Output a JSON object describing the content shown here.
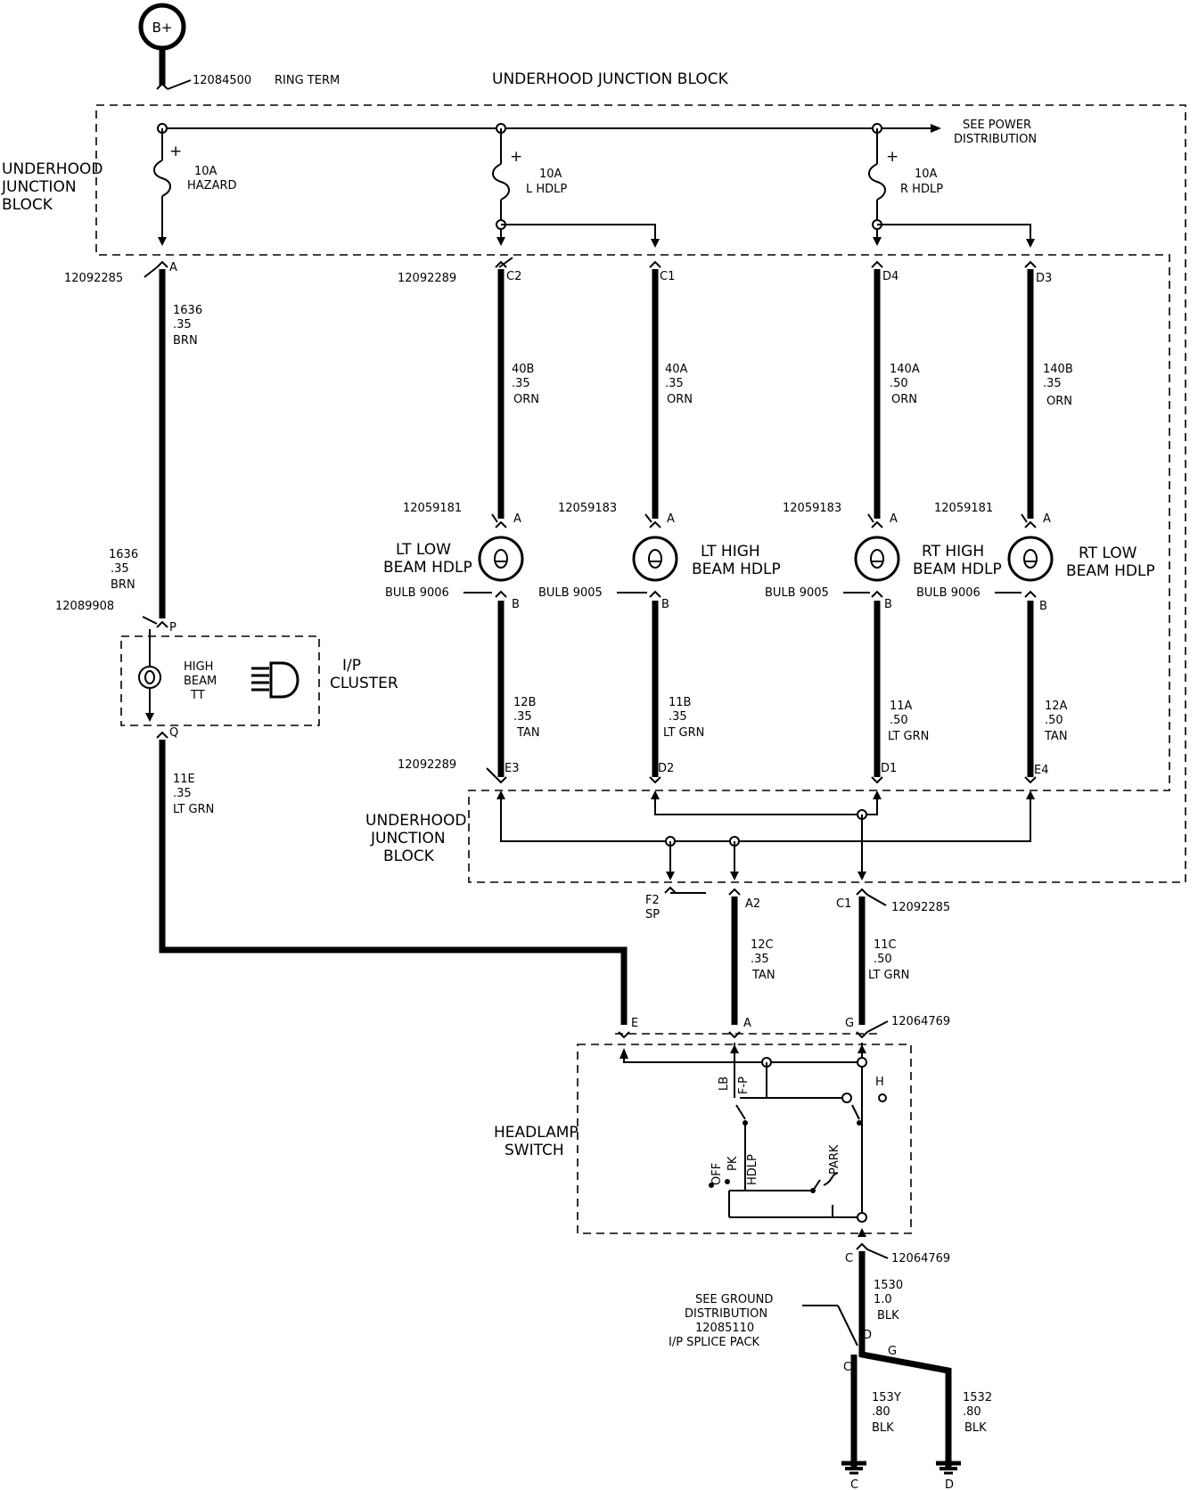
{
  "power": {
    "source": "B+",
    "part": "12084500",
    "part_desc": "RING TERM"
  },
  "blocks": {
    "top_title": "UNDERHOOD JUNCTION BLOCK",
    "left_label": [
      "UNDERHOOD",
      "JUNCTION",
      "BLOCK"
    ],
    "lower_label": [
      "UNDERHOOD",
      "JUNCTION",
      "BLOCK"
    ],
    "see_power": [
      "SEE POWER",
      "DISTRIBUTION"
    ]
  },
  "fuses": [
    {
      "rating": "10A",
      "name": "HAZARD"
    },
    {
      "rating": "10A",
      "name": "L HDLP"
    },
    {
      "rating": "10A",
      "name": "R HDLP"
    }
  ],
  "connectors": {
    "c12092285": "12092285",
    "c12092289": "12092289",
    "c12059181": "12059181",
    "c12059183": "12059183",
    "c12089908": "12089908",
    "c12064769": "12064769"
  },
  "pins": {
    "A": "A",
    "B": "B",
    "C": "C",
    "D": "D",
    "E": "E",
    "G": "G",
    "P": "P",
    "Q": "Q",
    "C1": "C1",
    "C2": "C2",
    "D1": "D1",
    "D2": "D2",
    "D3": "D3",
    "D4": "D4",
    "E3": "E3",
    "E4": "E4",
    "A2": "A2",
    "F2": "F2",
    "SP": "SP"
  },
  "wires": {
    "w1636_top": {
      "circuit": "1636",
      "gauge": ".35",
      "color": "BRN"
    },
    "w1636_bot": {
      "circuit": "1636",
      "gauge": ".35",
      "color": "BRN"
    },
    "w40b": {
      "circuit": "40B",
      "gauge": ".35",
      "color": "ORN"
    },
    "w40a": {
      "circuit": "40A",
      "gauge": ".35",
      "color": "ORN"
    },
    "w140a": {
      "circuit": "140A",
      "gauge": ".50",
      "color": "ORN"
    },
    "w140b": {
      "circuit": "140B",
      "gauge": ".35",
      "color": "ORN"
    },
    "w12b": {
      "circuit": "12B",
      "gauge": ".35",
      "color": "TAN"
    },
    "w11b": {
      "circuit": "11B",
      "gauge": ".35",
      "color": "LT GRN"
    },
    "w11a": {
      "circuit": "11A",
      "gauge": ".50",
      "color": "LT GRN"
    },
    "w12a": {
      "circuit": "12A",
      "gauge": ".50",
      "color": "TAN"
    },
    "w11e": {
      "circuit": "11E",
      "gauge": ".35",
      "color": "LT GRN"
    },
    "w12c": {
      "circuit": "12C",
      "gauge": ".35",
      "color": "TAN"
    },
    "w11c": {
      "circuit": "11C",
      "gauge": ".50",
      "color": "LT GRN"
    },
    "w1530": {
      "circuit": "1530",
      "gauge": "1.0",
      "color": "BLK"
    },
    "w153y": {
      "circuit": "153Y",
      "gauge": ".80",
      "color": "BLK"
    },
    "w1532": {
      "circuit": "1532",
      "gauge": ".80",
      "color": "BLK"
    }
  },
  "lamps": [
    {
      "name": [
        "LT LOW",
        "BEAM HDLP"
      ],
      "bulb": "BULB 9006"
    },
    {
      "name": [
        "LT HIGH",
        "BEAM HDLP"
      ],
      "bulb": "BULB 9005"
    },
    {
      "name": [
        "RT HIGH",
        "BEAM HDLP"
      ],
      "bulb": "BULB 9005"
    },
    {
      "name": [
        "RT LOW",
        "BEAM HDLP"
      ],
      "bulb": "BULB 9006"
    }
  ],
  "cluster": {
    "indicator": [
      "HIGH",
      "BEAM",
      "TT"
    ],
    "label": [
      "I/P",
      "CLUSTER"
    ]
  },
  "headlamp_switch": {
    "label": [
      "HEADLAMP",
      "SWITCH"
    ],
    "positions": [
      "OFF",
      "PK",
      "HDLP",
      "PARK"
    ],
    "dimmer": [
      "LB",
      "F-P",
      "H"
    ]
  },
  "ground": {
    "note": [
      "SEE GROUND",
      "DISTRIBUTION",
      "12085110",
      "I/P SPLICE PACK"
    ]
  }
}
